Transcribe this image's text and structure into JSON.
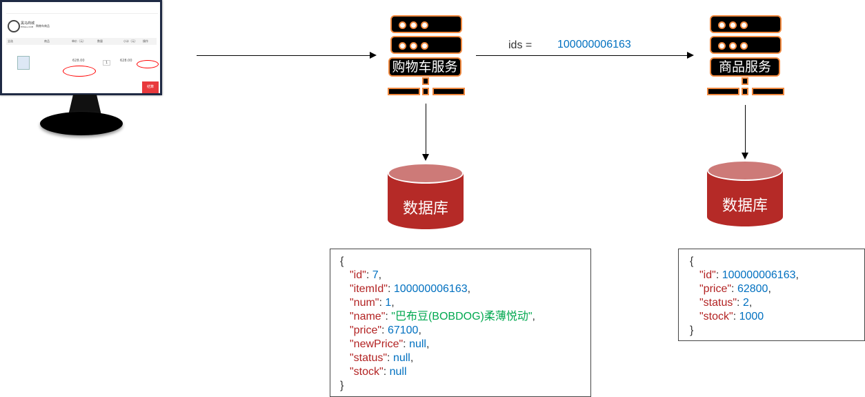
{
  "client_screenshot": {
    "brand": "黑马商城",
    "brand_sub": "HMALL.COM",
    "page_title": "购物车商品",
    "columns": [
      "全选",
      "商品",
      "单价（元）",
      "数量",
      "小计（元）",
      "操作"
    ],
    "item_price": "628.00",
    "item_qty": "1",
    "item_subtotal": "628.00",
    "checkout_label": "结算"
  },
  "cart_service": {
    "label": "购物车服务"
  },
  "item_service": {
    "label": "商品服务"
  },
  "request": {
    "param_label": "ids =",
    "param_value": "100000006163"
  },
  "databases": [
    {
      "label": "数据库"
    },
    {
      "label": "数据库"
    }
  ],
  "cart_json": {
    "open": "{",
    "close": "}",
    "lines": [
      {
        "key": "\"id\"",
        "value": "7",
        "type": "n",
        "comma": ","
      },
      {
        "key": "\"itemId\"",
        "value": "100000006163",
        "type": "n",
        "comma": ","
      },
      {
        "key": "\"num\"",
        "value": "1",
        "type": "n",
        "comma": ","
      },
      {
        "key": "\"name\"",
        "value": "\"巴布豆(BOBDOG)柔薄悦动\"",
        "type": "s",
        "comma": ","
      },
      {
        "key": "\"price\"",
        "value": "67100",
        "type": "n",
        "comma": ","
      },
      {
        "key": "\"newPrice\"",
        "value": "null",
        "type": "n",
        "comma": ","
      },
      {
        "key": "\"status\"",
        "value": "null",
        "type": "n",
        "comma": ","
      },
      {
        "key": "\"stock\"",
        "value": "null",
        "type": "n",
        "comma": ""
      }
    ]
  },
  "item_json": {
    "open": "{",
    "close": "}",
    "lines": [
      {
        "key": "\"id\"",
        "value": "100000006163",
        "type": "n",
        "comma": ","
      },
      {
        "key": "\"price\"",
        "value": "62800",
        "type": "n",
        "comma": ","
      },
      {
        "key": "\"status\"",
        "value": "2",
        "type": "n",
        "comma": ","
      },
      {
        "key": "\"stock\"",
        "value": "1000",
        "type": "n",
        "comma": ""
      }
    ]
  },
  "colors": {
    "server_border": "#f0883e",
    "db_body": "#b52a27",
    "db_top": "#cd7a78",
    "json_key": "#b22222",
    "json_number": "#0070c0",
    "json_string": "#00a84f"
  }
}
